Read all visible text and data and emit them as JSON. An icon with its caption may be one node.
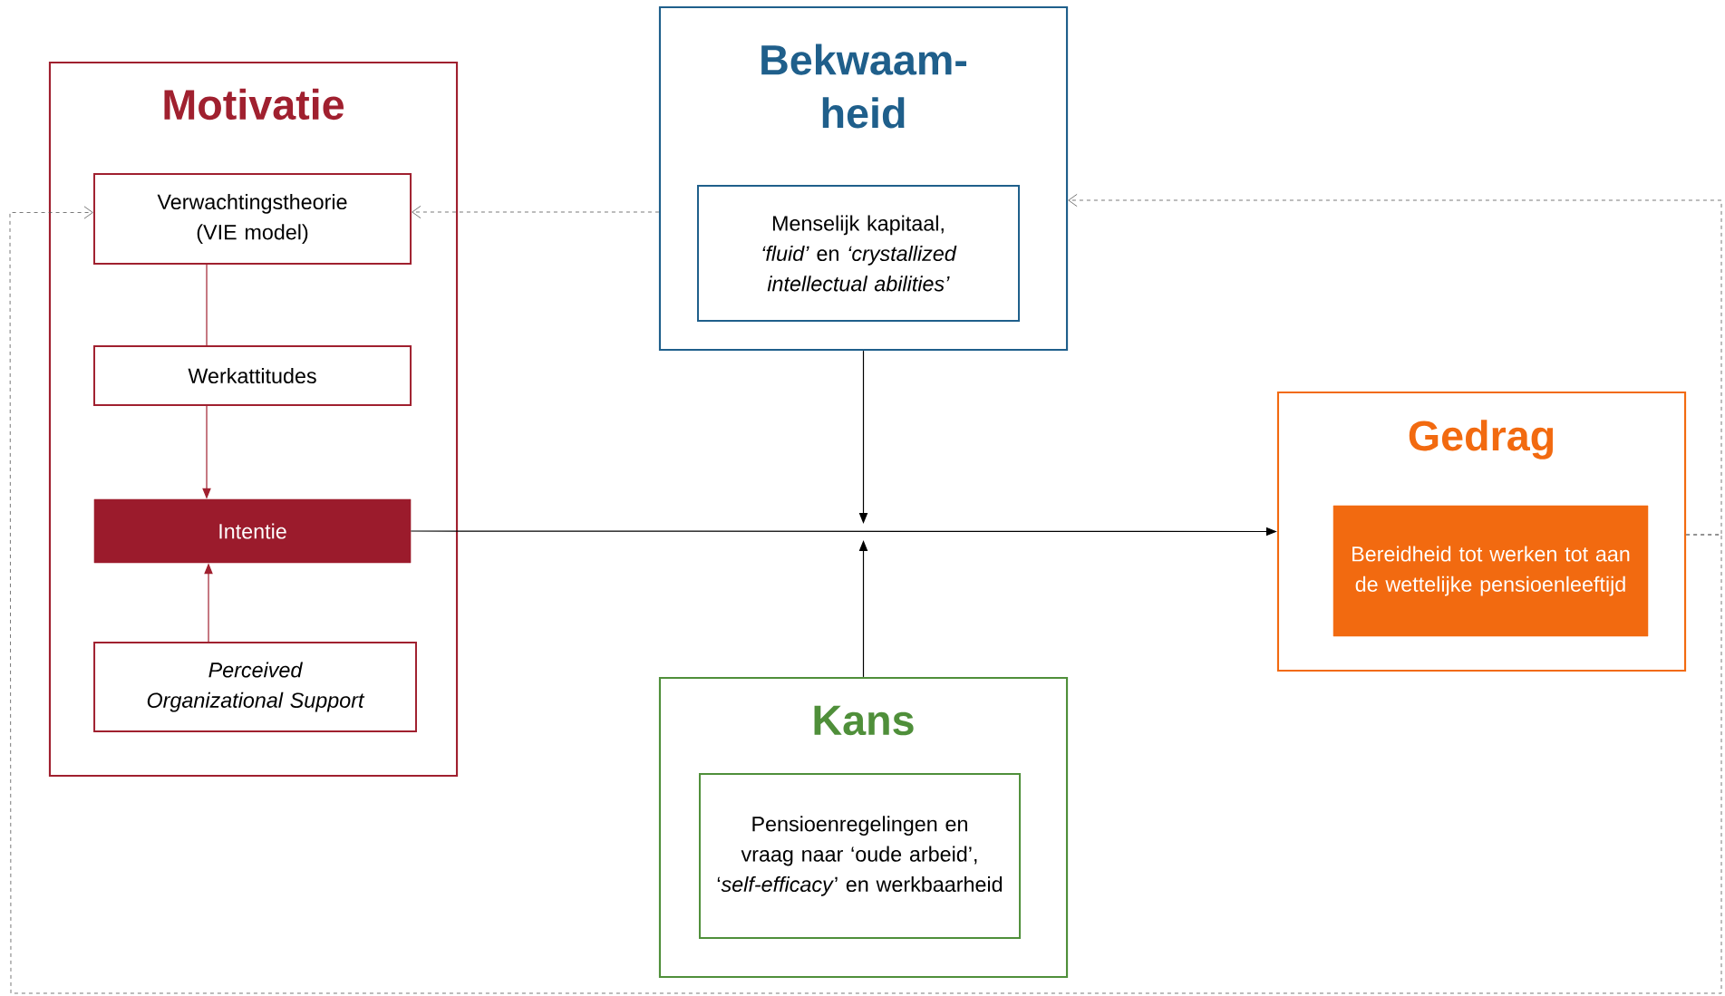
{
  "diagram": {
    "nodes": [
      {
        "text": [
          "Motivatie"
        ]
      },
      {
        "text": [
          "Verwachtingstheorie (VIE model)"
        ],
        "in": 0
      },
      {
        "text": [
          "Werkattitudes"
        ],
        "in": 0
      },
      {
        "text": [
          "Intentie"
        ],
        "in": 0
      },
      {
        "text": [
          "Perceived Organizational Support"
        ],
        "in": 0
      },
      {
        "text": [
          "Bekwaam-heid"
        ]
      },
      {
        "text": [
          "Menselijk kapitaal, *‘fluid’* en *‘crystallized intellectual abilities’*"
        ],
        "in": 5
      },
      {
        "text": [
          "Gedrag"
        ]
      },
      {
        "text": [
          "Bereidheid tot werken tot aan de wettelijke pensioenleeftijd"
        ],
        "in": 7
      },
      {
        "text": [
          "Kans"
        ]
      },
      {
        "text": [
          "Pensioenregelingen en vraag naar ‘oude arbeid’, ‘*self-efficacy*’ en werkbaarheid"
        ],
        "in": 9
      }
    ],
    "edges": [
      {
        "from": 1,
        "to": 2,
        "arrow": "none",
        "color": "#a0202f"
      },
      {
        "from": 2,
        "to": 3,
        "arrow": "to",
        "color": "#a0202f"
      },
      {
        "from": 4,
        "to": 3,
        "arrow": "to",
        "color": "#a0202f"
      },
      {
        "from": 3,
        "to": 7,
        "arrow": "to",
        "color": "#000000"
      },
      {
        "from": 5,
        "to": null,
        "arrow": "to",
        "color": "#000000"
      },
      {
        "from": 9,
        "to": null,
        "arrow": "to",
        "color": "#000000"
      },
      {
        "from": 5,
        "to": 1,
        "arrow": "to",
        "style": "dashed",
        "color": "#555555"
      },
      {
        "from": 7,
        "to": 5,
        "arrow": "to",
        "style": "dashed",
        "color": "#555555"
      },
      {
        "from": 7,
        "to": 1,
        "arrow": "to",
        "style": "dashed",
        "color": "#555555"
      }
    ]
  }
}
